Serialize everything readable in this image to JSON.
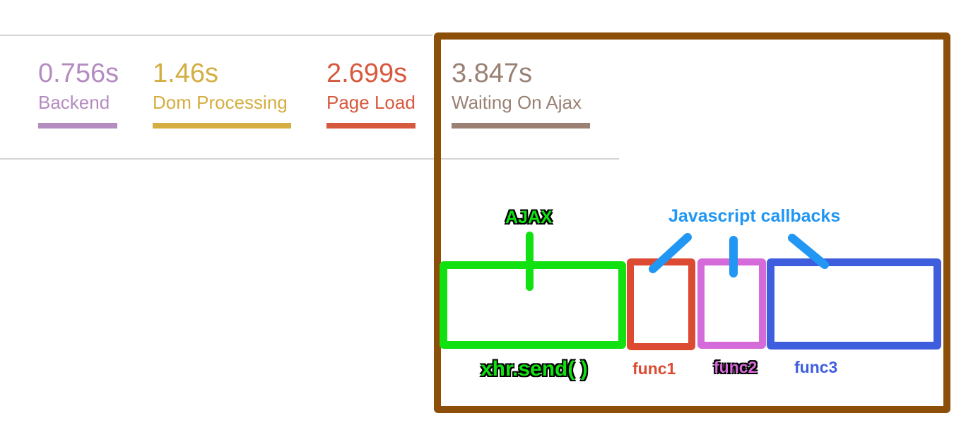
{
  "metrics": [
    {
      "value": "0.756s",
      "label": "Backend",
      "color": "#b48cc0"
    },
    {
      "value": "1.46s",
      "label": "Dom Processing",
      "color": "#d4ae41"
    },
    {
      "value": "2.699s",
      "label": "Page Load",
      "color": "#d6593e"
    },
    {
      "value": "3.847s",
      "label": "Waiting On Ajax",
      "color": "#9a8174"
    }
  ],
  "annotations": {
    "ajax_label": "AJAX",
    "callbacks_label": "Javascript callbacks",
    "xhr_label": "xhr.send( )",
    "func1_label": "func1",
    "func2_label": "func2",
    "func3_label": "func3"
  },
  "colors": {
    "frame": "#8b4f0a",
    "ajax": "#11e011",
    "func1": "#dc4a32",
    "func2": "#d56ad9",
    "func3": "#3f5ede",
    "callouts": "#2196f3"
  }
}
